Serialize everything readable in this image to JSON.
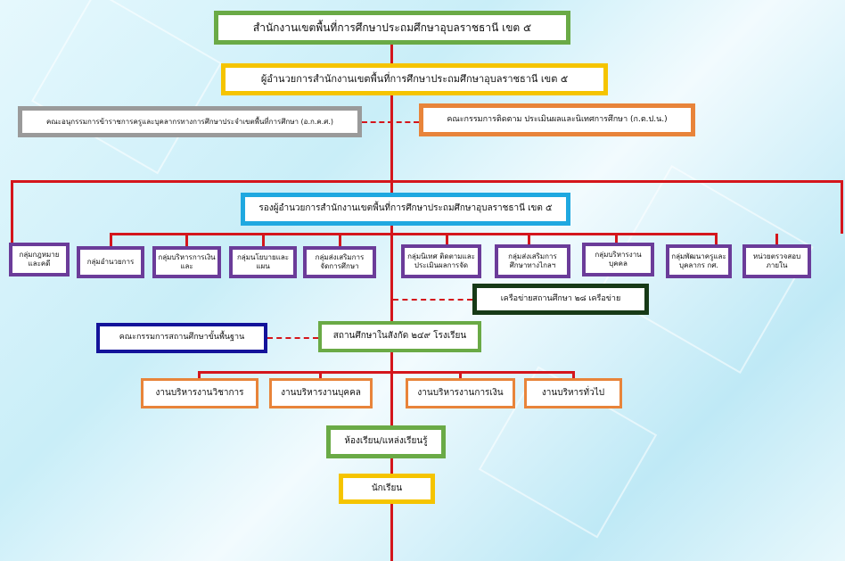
{
  "top_office": "สำนักงานเขตพื้นที่การศึกษาประถมศึกษาอุบลราชธานี เขต ๕",
  "director": "ผู้อำนวยการสำนักงานเขตพื้นที่การศึกษาประถมศึกษาอุบลราชธานี เขต ๕",
  "sub_committee": "คณะอนุกรรมการข้าราชการครูและบุคลากรทางการศึกษาประจำเขตพื้นที่การศึกษา (อ.ก.ค.ศ.)",
  "monitoring_committee": "คณะกรรมการติดตาม ประเมินผลและนิเทศการศึกษา (ก.ต.ป.น.)",
  "deputy": "รองผู้อำนวยการสำนักงานเขตพื้นที่การศึกษาประถมศึกษาอุบลราชธานี เขต ๕",
  "groups": [
    "กลุ่มกฎหมายและคดี",
    "กลุ่มอำนวยการ",
    "กลุ่มบริหารการเงินและ",
    "กลุ่มนโยบายและแผน",
    "กลุ่มส่งเสริมการจัดการศึกษา",
    "กลุ่มนิเทศ ติดตามและประเมินผลการจัด",
    "กลุ่มส่งเสริมการศึกษาทางไกลฯ",
    "กลุ่มบริหารงานบุคคล",
    "กลุ่มพัฒนาครูและบุคลากร กศ.",
    "หน่วยตรวจสอบภายใน"
  ],
  "network": "เครือข่ายสถานศึกษา ๒๘ เครือข่าย",
  "basic_committee": "คณะกรรมการสถานศึกษาขั้นพื้นฐาน",
  "schools": "สถานศึกษาในสังกัด ๒๔๙ โรงเรียน",
  "works": [
    "งานบริหารงานวิชาการ",
    "งานบริหารงานบุคคล",
    "งานบริหารงานการเงิน",
    "งานบริหารทั่วไป"
  ],
  "classroom": "ห้องเรียน/แหล่งเรียนรู้",
  "students": "นักเรียน"
}
